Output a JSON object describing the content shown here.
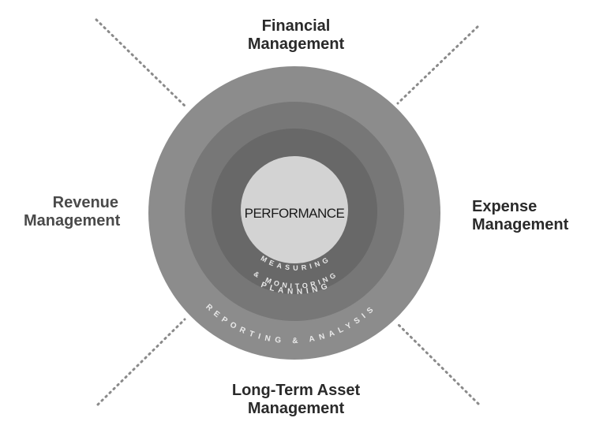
{
  "quadrants": {
    "top": {
      "line1": "Financial",
      "line2": "Management"
    },
    "left": {
      "line1": "Revenue",
      "line2": "Management"
    },
    "right": {
      "line1": "Expense",
      "line2": "Management"
    },
    "bottom": {
      "line1": "Long-Term Asset",
      "line2": "Management"
    }
  },
  "rings": {
    "core": "PERFORMANCE",
    "ring1_line1": "MEASURING",
    "ring1_line2": "& MONITORING",
    "ring2": "PLANNING",
    "ring3": "REPORTING & ANALYSIS"
  },
  "colors": {
    "ring_outer": "#8c8c8c",
    "ring_2": "#777777",
    "ring_3": "#686868",
    "core": "#d3d3d3",
    "ring_text": "#e8e8e8",
    "core_text": "#1a1a1a",
    "dots": "#8a8a8a"
  }
}
